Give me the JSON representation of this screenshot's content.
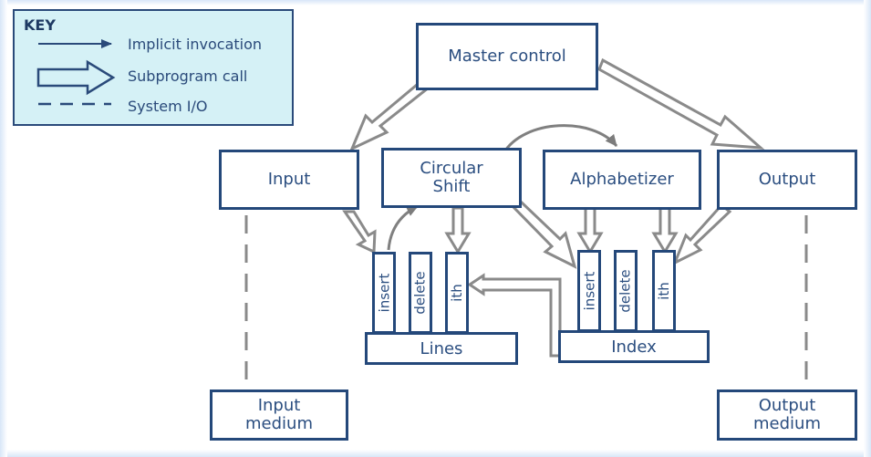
{
  "key": {
    "title": "KEY",
    "implicit_invocation": "Implicit invocation",
    "subprogram_call": "Subprogram call",
    "system_io": "System I/O"
  },
  "modules": {
    "master_control": "Master control",
    "input": "Input",
    "circular_shift_line1": "Circular",
    "circular_shift_line2": "Shift",
    "alphabetizer": "Alphabetizer",
    "output": "Output"
  },
  "data_stores": {
    "lines": {
      "label": "Lines",
      "ops": [
        "insert",
        "delete",
        "ith"
      ]
    },
    "index": {
      "label": "Index",
      "ops": [
        "insert",
        "delete",
        "ith"
      ]
    }
  },
  "media": {
    "input_line1": "Input",
    "input_line2": "medium",
    "output_line1": "Output",
    "output_line2": "medium"
  },
  "colors": {
    "box_border": "#24487a",
    "text": "#2b4e80",
    "arrow_grey": "#8a8a8a",
    "key_background": "#d5f1f6"
  }
}
